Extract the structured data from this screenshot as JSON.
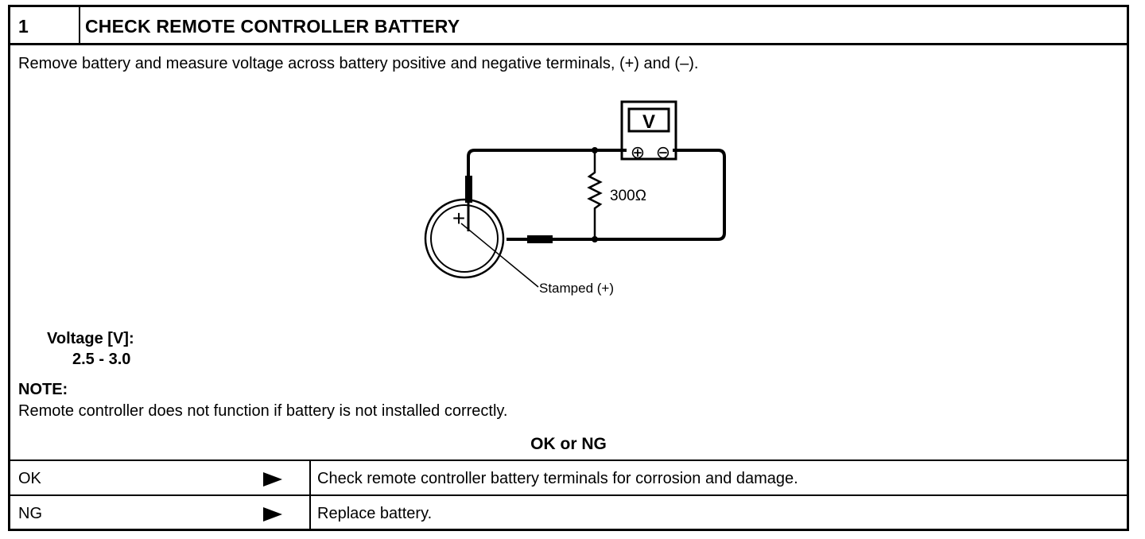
{
  "header": {
    "step_number": "1",
    "title": "CHECK REMOTE CONTROLLER BATTERY"
  },
  "instruction": "Remove battery and measure voltage across battery positive and negative terminals, (+) and (–).",
  "diagram": {
    "meter_label": "V",
    "meter_plus": "⊕",
    "meter_minus": "⊖",
    "resistor_label": "300Ω",
    "battery_plus": "+",
    "callout": "Stamped (+)"
  },
  "specification": {
    "label": "Voltage [V]:",
    "value": "2.5 - 3.0"
  },
  "note": {
    "label": "NOTE:",
    "text": "Remote controller does not function if battery is not installed correctly."
  },
  "result_heading": "OK or NG",
  "results": [
    {
      "code": "OK",
      "action": "Check remote controller battery terminals for corrosion and damage."
    },
    {
      "code": "NG",
      "action": "Replace battery."
    }
  ]
}
